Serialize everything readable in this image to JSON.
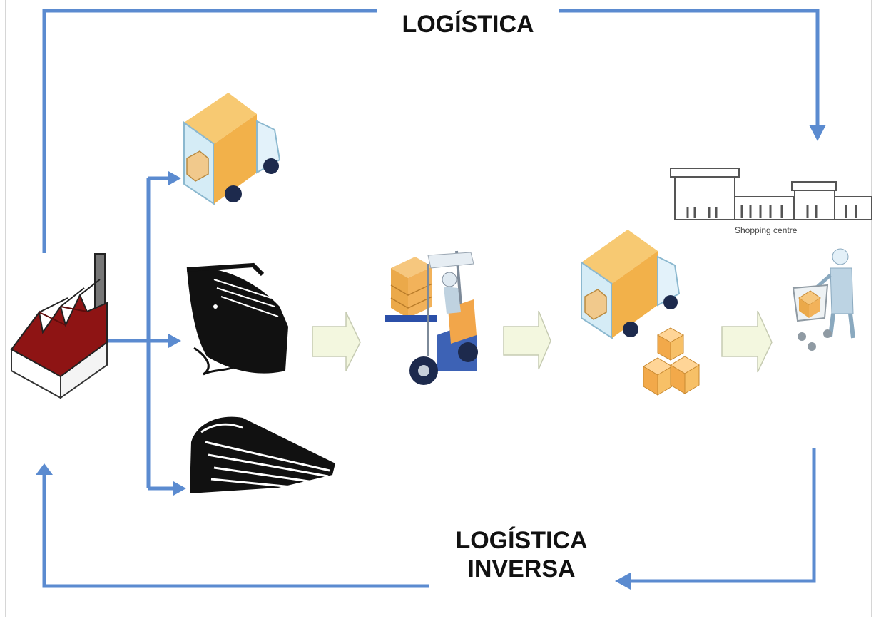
{
  "diagram": {
    "top_label": "LOGÍSTICA",
    "bottom_label_line1": "LOGÍSTICA",
    "bottom_label_line2": "INVERSA",
    "shop_caption": "Shopping centre"
  },
  "colors": {
    "arrow": "#5b8bd0",
    "flow_arrow": "#f3f7df",
    "factory_roof": "#8e1414",
    "box": "#f2b14a",
    "glass": "#d5ecf6"
  },
  "icons": [
    "factory-icon",
    "truck-icon",
    "ship-icon",
    "train-icon",
    "forklift-icon",
    "delivery-truck-icon",
    "boxes-icon",
    "shopping-centre-icon",
    "shopper-cart-icon"
  ]
}
